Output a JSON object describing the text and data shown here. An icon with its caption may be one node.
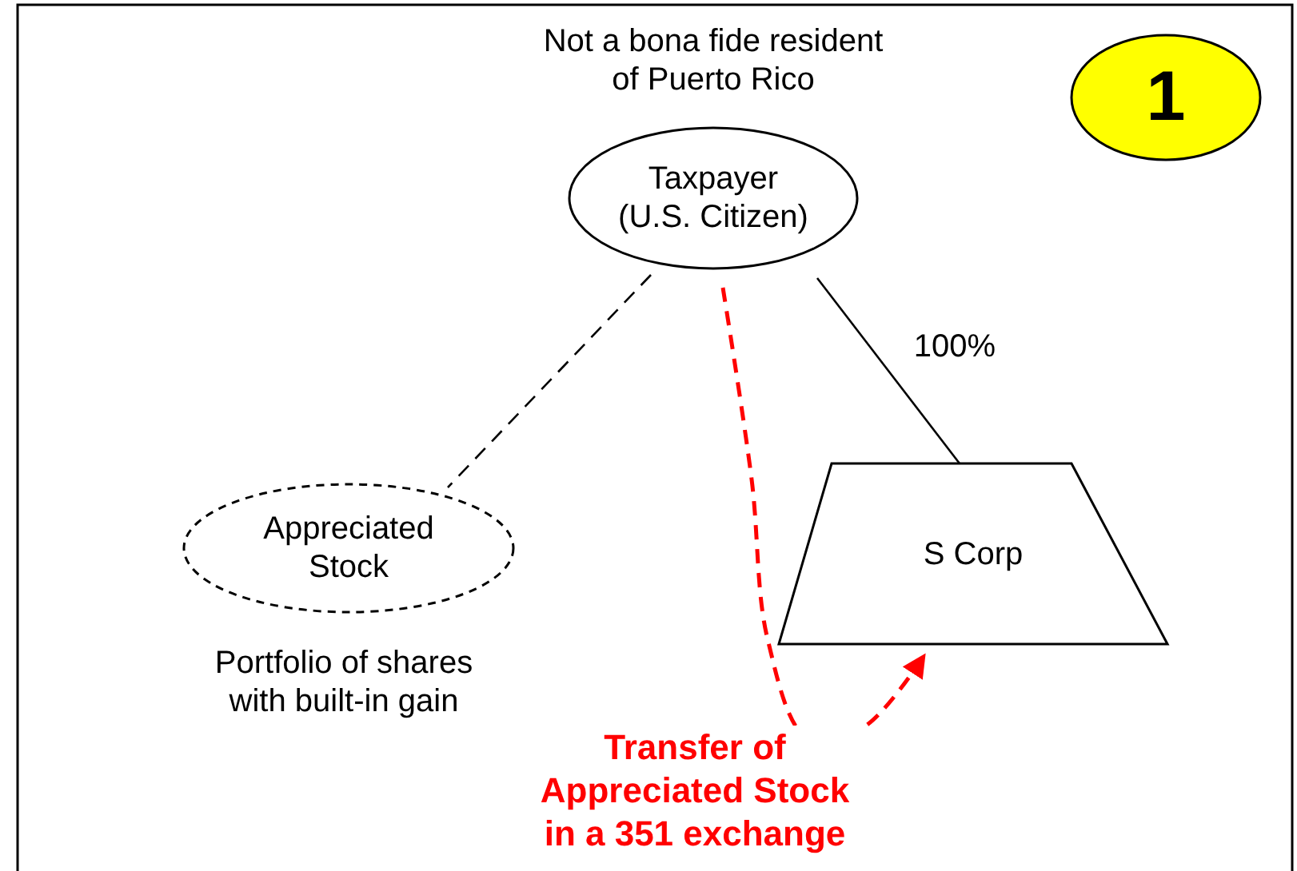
{
  "diagram": {
    "nodes": [
      {
        "text": [
          "Taxpayer (U.S. Citizen)"
        ],
        "beside": [
          "Not a bona fide resident of Puerto Rico"
        ]
      },
      {
        "text": [
          "S Corp"
        ]
      },
      {
        "text": [
          "Appreciated Stock"
        ],
        "beside": [
          "Portfolio of shares with built-in gain"
        ]
      },
      {
        "text": [
          "1"
        ]
      }
    ],
    "edges": [
      {
        "from": 0,
        "to": 1,
        "arrow": "none",
        "label": "100%"
      },
      {
        "from": 0,
        "to": 2,
        "arrow": "none",
        "style": "dashed"
      },
      {
        "from": 0,
        "to": 1,
        "arrow": "to",
        "style": "dashed",
        "color": "#ff0000",
        "label": "Transfer of Appreciated Stock in a 351 exchange"
      }
    ]
  }
}
